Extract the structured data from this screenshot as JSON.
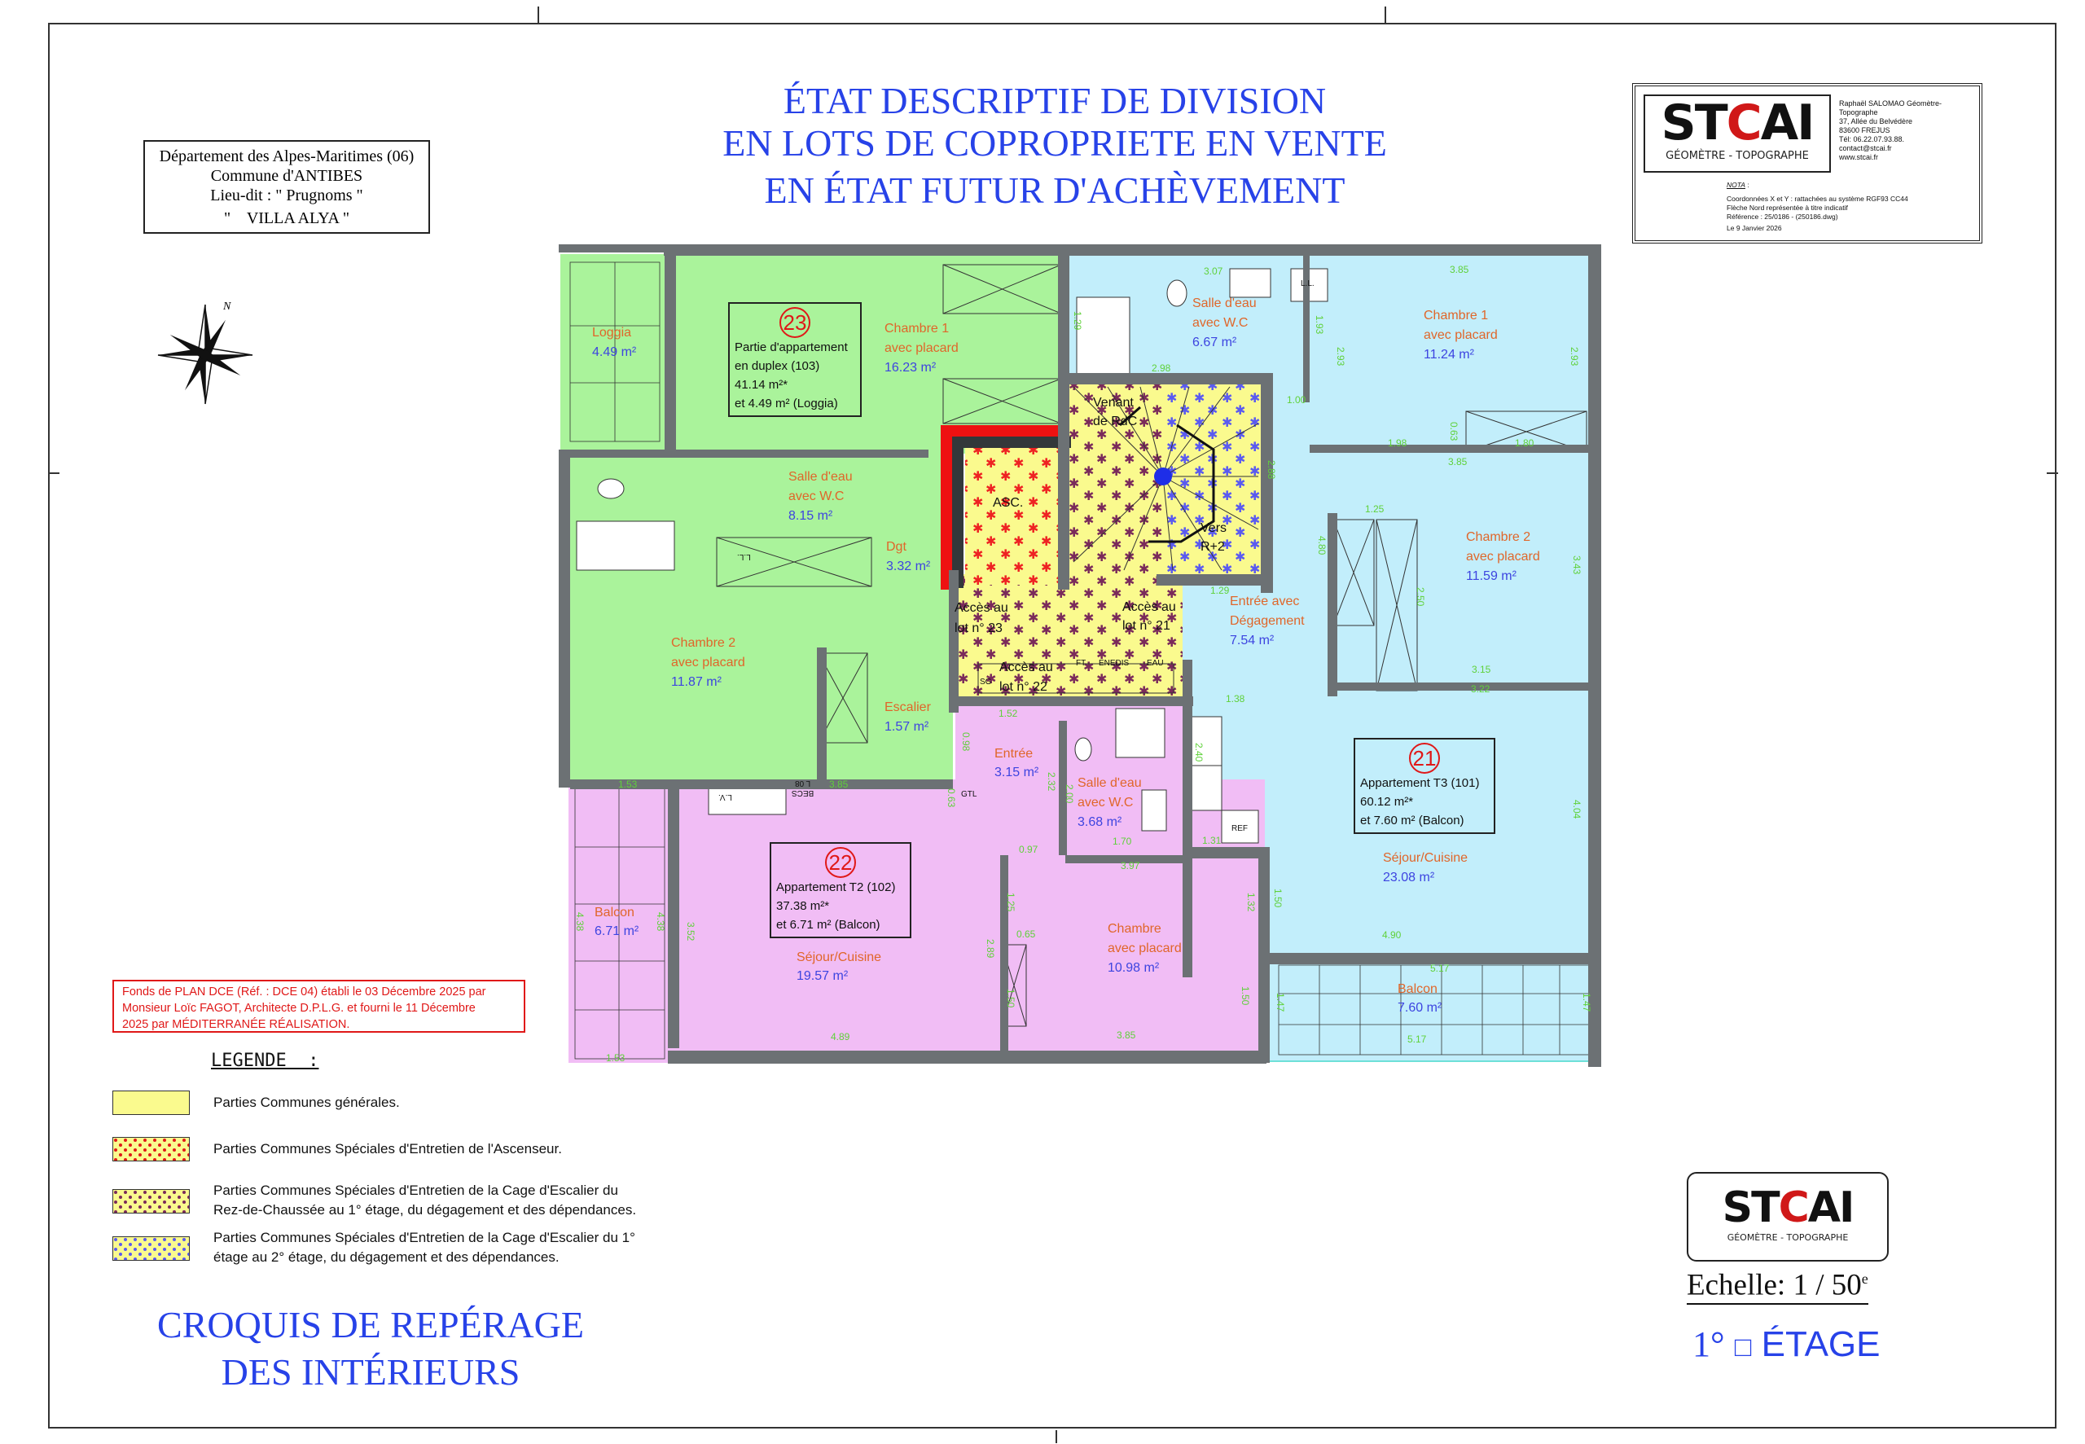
{
  "title": {
    "line1": "ÉTAT DESCRIPTIF DE DIVISION",
    "line2": "EN LOTS DE COPROPRIETE EN VENTE",
    "line3": "EN ÉTAT FUTUR D'ACHÈVEMENT"
  },
  "location": {
    "department": "Département des Alpes-Maritimes (06)",
    "commune": "Commune d'ANTIBES",
    "lieu_dit": "Lieu-dit : \" Prugnoms \"",
    "residence": "\"    VILLA ALYA \""
  },
  "company": {
    "logo_st": "ST",
    "logo_c": "C",
    "logo_ai": "AI",
    "tagline": "GÉOMÈTRE - TOPOGRAPHE",
    "address": [
      "Raphaël SALOMAO Géomètre-Topographe",
      "37, Allée du Belvédère",
      "83600 FREJUS",
      "Tél: 06.22.07.93.88.",
      "contact@stcai.fr",
      "www.stcai.fr"
    ],
    "nota_label": "NOTA",
    "nota": [
      "Coordonnées X et Y : rattachées au système RGF93 CC44",
      "Flèche Nord représentée à titre indicatif",
      "Référence : 25/0186 - (250186.dwg)"
    ],
    "date": "Le  9 Janvier 2026"
  },
  "colors": {
    "lot23": "#aaf39b",
    "lot21": "#c2eefb",
    "lot22": "#f1bdf5",
    "common": "#fafa8e",
    "wall": "#6c7174",
    "elevator": "#ee1111",
    "title_blue": "#2742e8"
  },
  "plan": {
    "lots": [
      {
        "number": "23",
        "lines": [
          "Partie d'appartement",
          "en duplex (103)",
          "41.14 m²*",
          "et 4.49 m² (Loggia)"
        ]
      },
      {
        "number": "22",
        "lines": [
          "Appartement T2 (102)",
          "37.38 m²*",
          "et 6.71 m² (Balcon)"
        ]
      },
      {
        "number": "21",
        "lines": [
          "Appartement T3 (101)",
          "60.12 m²*",
          "et 7.60 m² (Balcon)"
        ]
      }
    ],
    "rooms": {
      "loggia": {
        "name": "Loggia",
        "area": "4.49 m²"
      },
      "l23_chambre1": {
        "name": "Chambre 1",
        "name2": "avec placard",
        "area": "16.23 m²"
      },
      "l23_sde": {
        "name": "Salle d'eau",
        "name2": "avec W.C",
        "area": "8.15 m²"
      },
      "l23_dgt": {
        "name": "Dgt",
        "area": "3.32 m²"
      },
      "l23_chambre2": {
        "name": "Chambre 2",
        "name2": "avec placard",
        "area": "11.87 m²"
      },
      "l23_escalier": {
        "name": "Escalier",
        "area": "1.57 m²"
      },
      "l21_sde": {
        "name": "Salle d'eau",
        "name2": "avec W.C",
        "area": "6.67 m²"
      },
      "l21_chambre1": {
        "name": "Chambre 1",
        "name2": "avec placard",
        "area": "11.24 m²"
      },
      "l21_chambre2": {
        "name": "Chambre 2",
        "name2": "avec placard",
        "area": "11.59 m²"
      },
      "l21_entree": {
        "name": "Entrée avec",
        "name2": "Dégagement",
        "area": "7.54 m²"
      },
      "l21_sejour": {
        "name": "Séjour/Cuisine",
        "area": "23.08 m²"
      },
      "l21_balcon": {
        "name": "Balcon",
        "area": "7.60 m²"
      },
      "l22_entree": {
        "name": "Entrée",
        "area": "3.15 m²"
      },
      "l22_sde": {
        "name": "Salle d'eau",
        "name2": "avec W.C",
        "area": "3.68 m²"
      },
      "l22_sejour": {
        "name": "Séjour/Cuisine",
        "area": "19.57 m²"
      },
      "l22_chambre": {
        "name": "Chambre",
        "name2": "avec placard",
        "area": "10.98 m²"
      },
      "l22_balcon": {
        "name": "Balcon",
        "area": "6.71 m²"
      }
    },
    "common": {
      "asc": "ASC.",
      "venant1": "Venant",
      "venant2": "de RdC",
      "vers1": "Vers",
      "vers2": "R+2",
      "acces23_1": "Accès au",
      "acces23_2": "lot n° 23",
      "acces21_1": "Accès au",
      "acces21_2": "lot n° 21",
      "acces22_1": "Accès au",
      "acces22_2": "lot n° 22",
      "sg": "SG",
      "ft": "FT",
      "enedis": "ENEDIS",
      "eau": "EAU"
    },
    "fixtures": {
      "ll1": "L.L.",
      "ll2": "L.L.",
      "lv": "L.V.",
      "becs": "BECS",
      "l08": "L 08",
      "gtl": "GTL",
      "ref": "REF"
    },
    "dims": [
      "3.07",
      "3.85",
      "1.29",
      "1.93",
      "2.93",
      "2.93",
      "2.98",
      "1.00",
      "0.63",
      "1.98",
      "1.80",
      "3.85",
      "2.88",
      "1.25",
      "4.80",
      "3.43",
      "2.50",
      "1.29",
      "3.15",
      "3.22",
      "1.38",
      "1.52",
      "0.98",
      "2.40",
      "2.32",
      "2.00",
      "3.85",
      "1.53",
      "0.63",
      "1.31",
      "1.70",
      "0.97",
      "3.97",
      "1.25",
      "1.32",
      "1.50",
      "4.38",
      "4.38",
      "3.52",
      "4.04",
      "0.65",
      "2.89",
      "4.90",
      "5.17",
      "1.50",
      "1.50",
      "1.47",
      "1.47",
      "4.89",
      "3.85",
      "5.17",
      "1.53"
    ]
  },
  "note": {
    "line1": "Fonds de PLAN DCE (Réf. : DCE 04) établi le 03 Décembre 2025 par",
    "line2": "Monsieur Loïc FAGOT, Architecte D.P.L.G. et fourni le 11 Décembre",
    "line3": "2025 par MÉDITERRANÉE RÉALISATION."
  },
  "legend": {
    "title": "LEGENDE  :",
    "items": [
      {
        "label": "Parties Communes générales."
      },
      {
        "label": "Parties Communes Spéciales d'Entretien de l'Ascenseur."
      },
      {
        "label": "Parties Communes Spéciales d'Entretien de la Cage d'Escalier du",
        "label2": "Rez-de-Chaussée au 1° étage, du dégagement et des dépendances."
      },
      {
        "label": "Parties Communes Spéciales d'Entretien de la Cage d'Escalier du 1°",
        "label2": "étage au 2° étage, du dégagement et des dépendances."
      }
    ]
  },
  "footer": {
    "croquis1": "CROQUIS DE REPÉRAGE",
    "croquis2": "DES INTÉRIEURS",
    "echelle": "Echelle: 1 / 50",
    "echelle_sup": "e",
    "floor_num": "1°",
    "floor_box": "□",
    "floor_label": "ÉTAGE"
  }
}
